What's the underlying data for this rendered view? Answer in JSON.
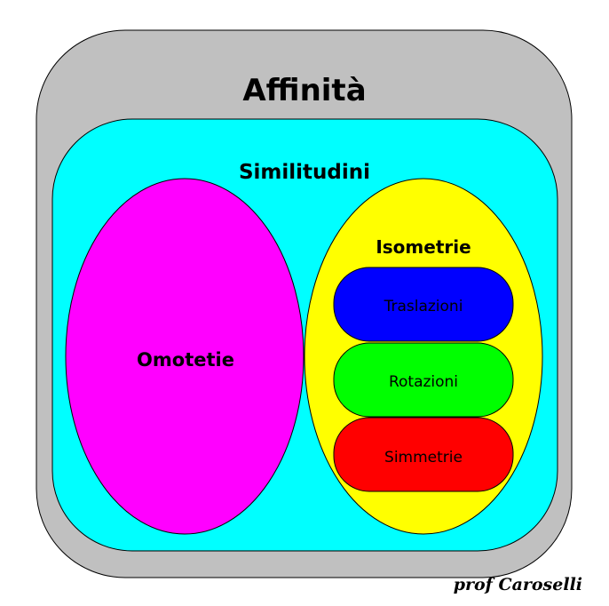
{
  "diagram": {
    "outer": {
      "label": "Affinità",
      "color": "#c0c0c0"
    },
    "similarity": {
      "label": "Similitudini",
      "color": "#00ffff"
    },
    "homothety": {
      "label": "Omotetie",
      "color": "#ff00ff"
    },
    "isometry": {
      "label": "Isometrie",
      "color": "#ffff00",
      "kinds": [
        {
          "label": "Traslazioni",
          "color": "#0000ff"
        },
        {
          "label": "Rotazioni",
          "color": "#00ff00"
        },
        {
          "label": "Simmetrie",
          "color": "#ff0000"
        }
      ]
    }
  },
  "signature": "prof Caroselli"
}
